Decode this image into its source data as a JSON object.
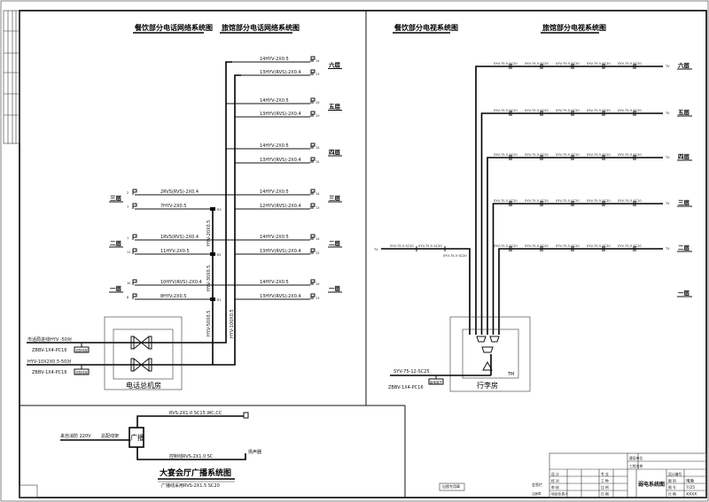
{
  "titles": {
    "restaurant_phone": "餐饮部分电话网络系统图",
    "hotel_phone": "旅馆部分电话网络系统图",
    "restaurant_tv": "餐饮部分电视系统图",
    "hotel_tv": "旅馆部分电视系统图",
    "broadcast": "大宴会厅广播系统图",
    "broadcast_sub": "广播线采用RVS-2X1.5  SC20"
  },
  "rooms": {
    "phone_room": "电话总机房",
    "tv_room": "行李房",
    "tv_room_code": "TM",
    "broadcast_box": "广播"
  },
  "hotel_phone": [
    {
      "floor": "六层",
      "cables": [
        "14HYV-2X0.5",
        "13HYV(RVS)-2X0.4"
      ],
      "nums": [
        "14",
        "13"
      ]
    },
    {
      "floor": "五层",
      "cables": [
        "14HYV-2X0.5",
        "13HYV(RVS)-2X0.4"
      ],
      "nums": [
        "14",
        "13"
      ]
    },
    {
      "floor": "四层",
      "cables": [
        "14HYV-2X0.5",
        "13HYV(RVS)-2X0.4"
      ],
      "nums": [
        "14",
        "12"
      ]
    },
    {
      "floor": "三层",
      "cables": [
        "14HYV-2X0.5",
        "12HYV(RVS)-2X0.4"
      ],
      "nums": [
        "14",
        "13"
      ]
    },
    {
      "floor": "二层",
      "cables": [
        "14HYV-2X0.5",
        "13HYV(RVS)-2X0.4"
      ],
      "nums": [
        "14",
        "12"
      ]
    },
    {
      "floor": "一层",
      "cables": [
        "14HYV-2X0.5",
        "13HYV(RVS)-2X0.4"
      ],
      "nums": [
        "14",
        "13"
      ]
    }
  ],
  "restaurant_phone": [
    {
      "floor": "三层",
      "cables": [
        "2RVS(RVS)-2X0.4",
        "7HYV-2X0.5"
      ],
      "nums": [
        "2",
        "7"
      ],
      "box": "R3"
    },
    {
      "floor": "二层",
      "cables": [
        "1RVS(RVS)-2X0.4",
        "11HYV-2X0.5"
      ],
      "nums": [
        "1",
        "11"
      ],
      "box": "R2"
    },
    {
      "floor": "一层",
      "cables": [
        "10HYV(RVS)-2X0.4",
        "8HYV-2X0.5"
      ],
      "nums": [
        "10",
        "8"
      ],
      "box": "R1"
    }
  ],
  "risers": {
    "restaurant": [
      "HYV-20X0.5",
      "HYV-30X0.5",
      "HYV-50X0.5"
    ],
    "hotel": "HYV-100X0.5"
  },
  "phone_inputs": [
    {
      "label": "市话局进线HYV -50对",
      "box": "总配线架",
      "conduit": "ZBBV-1X4-PC16"
    },
    {
      "label": "HYV-10X2X0.5-50对",
      "box": "总配线架",
      "conduit": "ZBBV-1X4-PC16"
    }
  ],
  "tv": {
    "floors": [
      "六层",
      "五层",
      "四层",
      "三层",
      "二层",
      "一层"
    ],
    "cable": "SYV-75-5 SC20",
    "outlet": "TV",
    "input_cable": "SYV-75-12-SC25",
    "input_conduit": "ZBBV-1X4-PC16",
    "input_box": "接地端子"
  },
  "broadcast": {
    "upper_cable": "RVS-2X1.0 SC15 WC,CC",
    "lower_cable": "控制线RVS-2X1.0 SC",
    "input_label": "来自消防 220V",
    "input_box": "总配线架",
    "speaker_label": "扬声器"
  },
  "title_block": {
    "rows_left": [
      "设 计",
      "校 对",
      "审 核",
      "项目负责人"
    ],
    "rows_mid": [
      "专 业",
      "工 种",
      "比 例",
      "日 期"
    ],
    "project": [
      "建设单位",
      "工程名称"
    ],
    "drawing_name": "弱电系统图",
    "right_labels": [
      "设计编号",
      "图 别",
      "图 号",
      "日 期"
    ],
    "right_values": [
      "",
      "电施",
      "7/25",
      "XXXX"
    ],
    "stamp_left": "出图专用章",
    "stamp_mid": "注册章",
    "stamp_small": "会签栏"
  }
}
